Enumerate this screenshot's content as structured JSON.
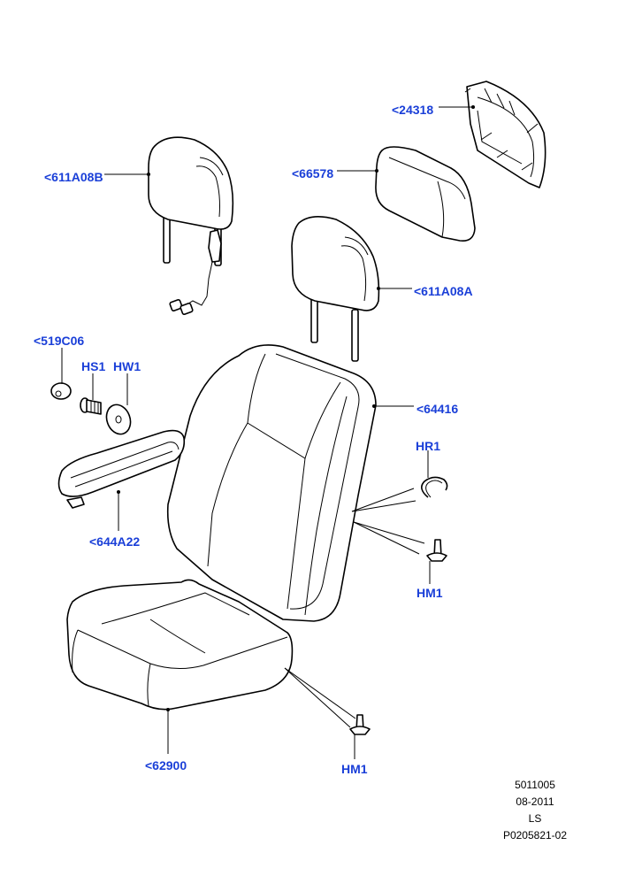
{
  "callouts": {
    "c24318": "<24318",
    "c611A08B": "<611A08B",
    "c66578": "<66578",
    "c611A08A": "<611A08A",
    "c519C06": "<519C06",
    "cHS1": "HS1",
    "cHW1": "HW1",
    "c64416": "<64416",
    "cHR1": "HR1",
    "c644A22": "<644A22",
    "cHM1a": "HM1",
    "cHM1b": "HM1",
    "c62900": "<62900"
  },
  "footer": {
    "line1": "5011005",
    "line2": "08-2011",
    "line3": "LS",
    "line4": "P0205821-02"
  },
  "colors": {
    "callout_text": "#1a3fd8",
    "line_art": "#000000",
    "background": "#ffffff"
  }
}
